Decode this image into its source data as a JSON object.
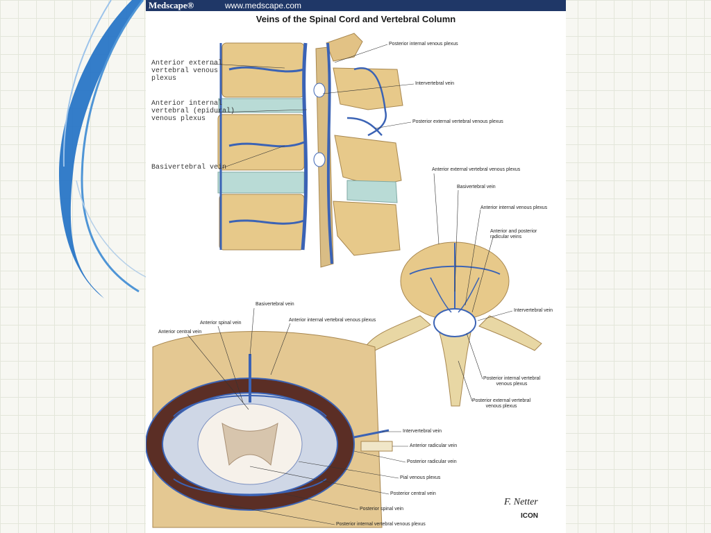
{
  "header": {
    "logo": "Medscape®",
    "url": "www.medscape.com"
  },
  "title": "Veins of the Spinal Cord and Vertebral Column",
  "labels": {
    "anterior_external_plexus": "Anterior external\nvertebral venous\nplexus",
    "anterior_internal_plexus": "Anterior internal\nvertebral (epidural)\nvenous plexus",
    "basivertebral_left": "Basivertebral vein",
    "posterior_internal_top": "Posterior internal venous plexus",
    "intervertebral_top": "Intervertebral vein",
    "posterior_external_top": "Posterior external vertebral venous plexus",
    "anterior_external_mid": "Anterior external vertebral venous plexus",
    "basivertebral_mid": "Basivertebral vein",
    "anterior_internal_mid": "Anterior internal venous plexus",
    "radicular_mid": "Anterior and posterior\nradicular veins",
    "intervertebral_mid": "Intervertebral vein",
    "posterior_internal_mid": "Posterior internal vertebral\nvenous plexus",
    "posterior_external_mid": "Posterior external vertebral\nvenous plexus",
    "basivertebral_bottom": "Basivertebral vein",
    "anterior_spinal": "Anterior spinal vein",
    "anterior_internal_bottom": "Anterior internal vertebral venous plexus",
    "anterior_central": "Anterior central vein",
    "intervertebral_bottom": "Intervertebral vein",
    "anterior_radicular": "Anterior radicular vein",
    "posterior_radicular": "Posterior radicular vein",
    "pial_plexus": "Pial venous plexus",
    "posterior_central": "Posterior central vein",
    "posterior_spinal": "Posterior spinal vein",
    "posterior_internal_bottom": "Posterior internal vertebral venous plexus"
  },
  "signature": "F. Netter",
  "brand_mark": "ICON",
  "colors": {
    "bar": "#1f3767",
    "vein": "#3b63b5",
    "bone": "#e7c98a",
    "disc": "#b9dbd6",
    "swoosh": "#1e6fc4"
  }
}
